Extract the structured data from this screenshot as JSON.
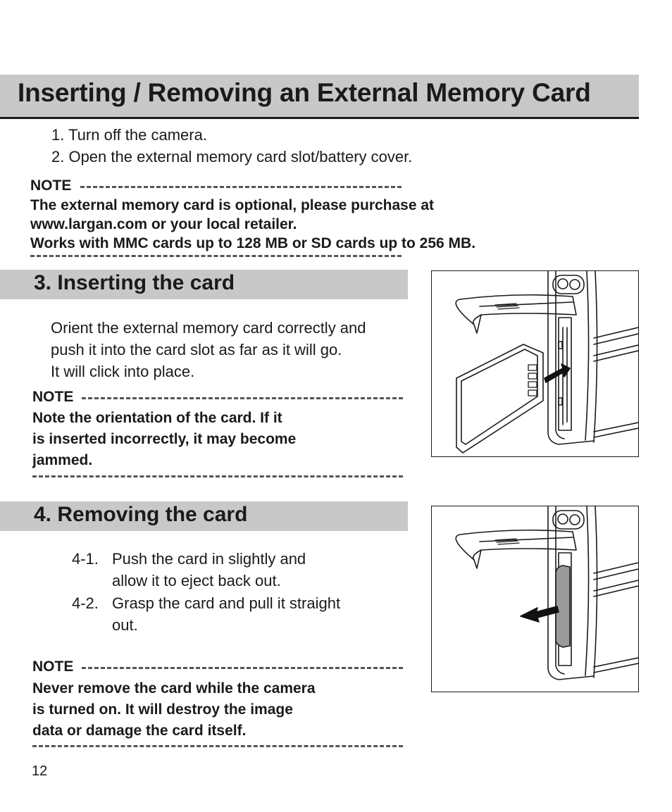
{
  "title": "Inserting / Removing an External Memory Card",
  "steps": [
    "1. Turn off the camera.",
    "2. Open the external memory card slot/battery cover."
  ],
  "note1": {
    "label": "NOTE",
    "lines": [
      "The external memory card is optional, please purchase at",
      "www.largan.com or your local retailer.",
      "Works with MMC cards up to 128 MB or SD cards up to 256 MB."
    ]
  },
  "section3": {
    "title": "3. Inserting the card",
    "lines": [
      "Orient the external memory card correctly and",
      "push it into the card slot as far as it will go.",
      "It will click into place."
    ],
    "note": {
      "label": "NOTE",
      "lines": [
        "Note the orientation of the card. If it",
        "is inserted incorrectly, it may become",
        "jammed."
      ]
    }
  },
  "section4": {
    "title": "4. Removing the card",
    "items": [
      {
        "num": "4-1.",
        "lines": [
          "Push the card in slightly and",
          "allow it to eject back out."
        ]
      },
      {
        "num": "4-2.",
        "lines": [
          "Grasp the card and pull it straight",
          "out."
        ]
      }
    ],
    "note": {
      "label": "NOTE",
      "lines": [
        "Never remove the card while the camera",
        "is turned on. It will destroy the image",
        "data or damage the card itself."
      ]
    }
  },
  "page_number": "12",
  "colors": {
    "header_bar": "#c8c8c8",
    "text": "#1a1a1a",
    "card_arrow": "#111111"
  },
  "icons": [
    "insert-arrow-icon",
    "remove-arrow-icon"
  ]
}
